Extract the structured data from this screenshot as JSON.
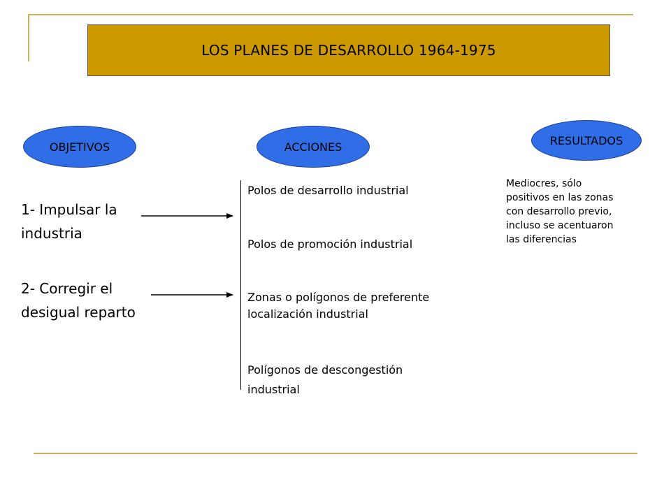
{
  "title": "LOS PLANES DE DESARROLLO 1964-1975",
  "headers": {
    "objetivos": "OBJETIVOS",
    "acciones": "ACCIONES",
    "resultados": "RESULTADOS"
  },
  "objetivos": [
    {
      "line1": "1- Impulsar la",
      "line2": "industria"
    },
    {
      "line1": "2- Corregir el",
      "line2": "desigual reparto"
    }
  ],
  "acciones": [
    {
      "line1": "Polos de desarrollo industrial",
      "line2": ""
    },
    {
      "line1": "Polos de promoción industrial",
      "line2": ""
    },
    {
      "line1": "Zonas o polígonos de preferente",
      "line2": "localización industrial"
    },
    {
      "line1": "Polígonos de descongestión",
      "line2": "industrial"
    }
  ],
  "resultados": [
    "Mediocres, sólo",
    "positivos en las zonas",
    "con desarrollo previo,",
    "incluso se acentuaron",
    "las diferencias"
  ],
  "colors": {
    "title_fill": "#cc9900",
    "oval_fill": "#2f6ee6",
    "decor_line": "#c9b25a"
  }
}
